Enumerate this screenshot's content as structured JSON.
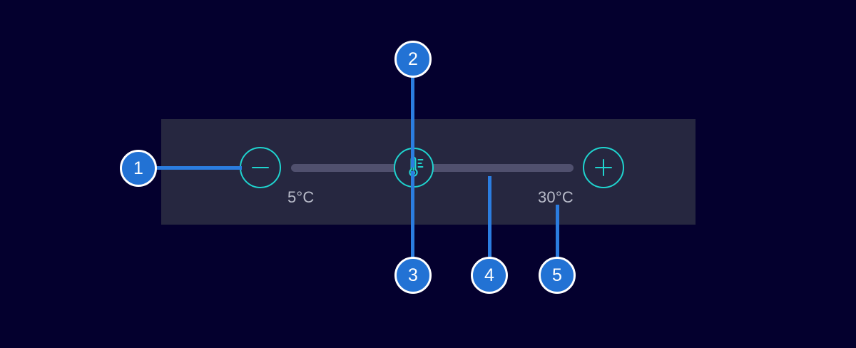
{
  "theme": {
    "page_background": "#04002e",
    "panel_background": "#262740",
    "accent": "#1fd4cf",
    "track": "#50506e",
    "callout_fill": "#2272d4",
    "callout_line": "#2b7de0",
    "callout_ring": "#ffffff",
    "label_text": "#b9bcca"
  },
  "control": {
    "name": "temperature-slider",
    "decrease_button": {
      "icon": "minus-icon",
      "label": "−"
    },
    "increase_button": {
      "icon": "plus-icon",
      "label": "+"
    },
    "handle": {
      "icon": "thermometer-icon"
    },
    "min_label": "5°C",
    "max_label": "30°C",
    "value_position_percent": 43
  },
  "callouts": [
    {
      "number": "1",
      "target": "decrease-button"
    },
    {
      "number": "2",
      "target": "slider-handle-top"
    },
    {
      "number": "3",
      "target": "slider-handle-bottom"
    },
    {
      "number": "4",
      "target": "slider-track"
    },
    {
      "number": "5",
      "target": "max-temperature-label"
    }
  ]
}
